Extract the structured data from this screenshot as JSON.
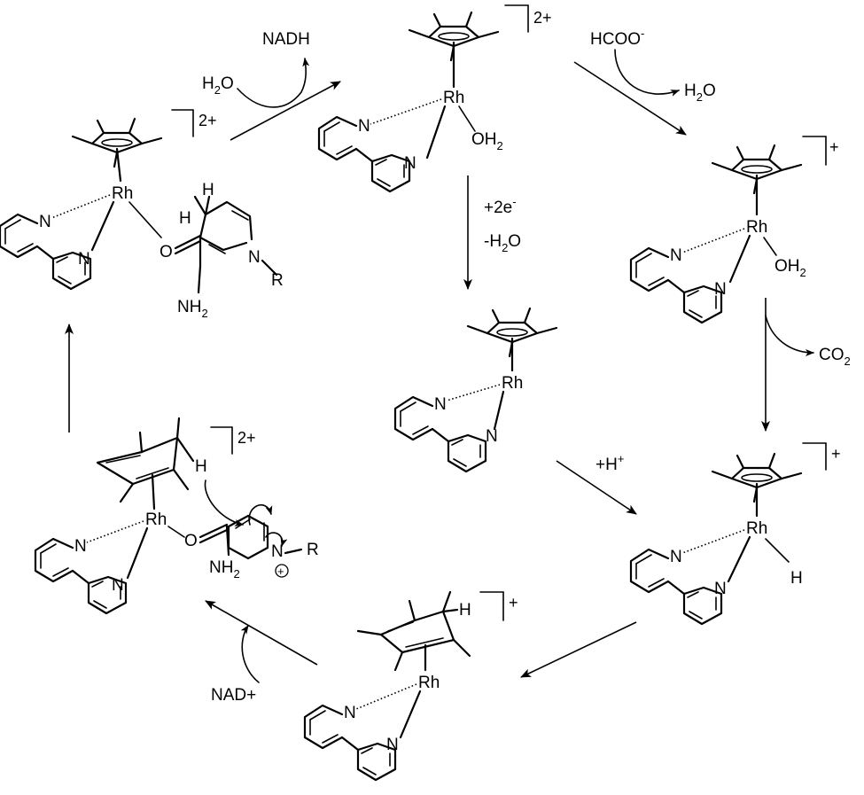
{
  "labels": {
    "nadh": "NADH",
    "h2o_in": "H",
    "h2o_in_sub": "2",
    "h2o_in_o": "O",
    "hcoo": "HCOO",
    "hcoo_sup": "-",
    "h2o_out": "H",
    "h2o_out_sub": "2",
    "h2o_out_o": "O",
    "plus2e": "+2e",
    "plus2e_sup": "-",
    "minus_h2o": "-H",
    "minus_h2o_sub": "2",
    "minus_h2o_o": "O",
    "co2": "CO",
    "co2_sub": "2",
    "plus_h": "+H",
    "plus_h_sup": "+",
    "nad_plus": "NAD+"
  },
  "atoms": {
    "rh": "Rh",
    "n": "N",
    "o": "O",
    "h": "H",
    "r": "R",
    "oh": "OH",
    "oh_sub": "2",
    "nh": "NH",
    "nh_sub": "2",
    "dash": "-"
  },
  "charges": {
    "two_plus": "2+",
    "plus": "+",
    "circled_plus": "+"
  }
}
